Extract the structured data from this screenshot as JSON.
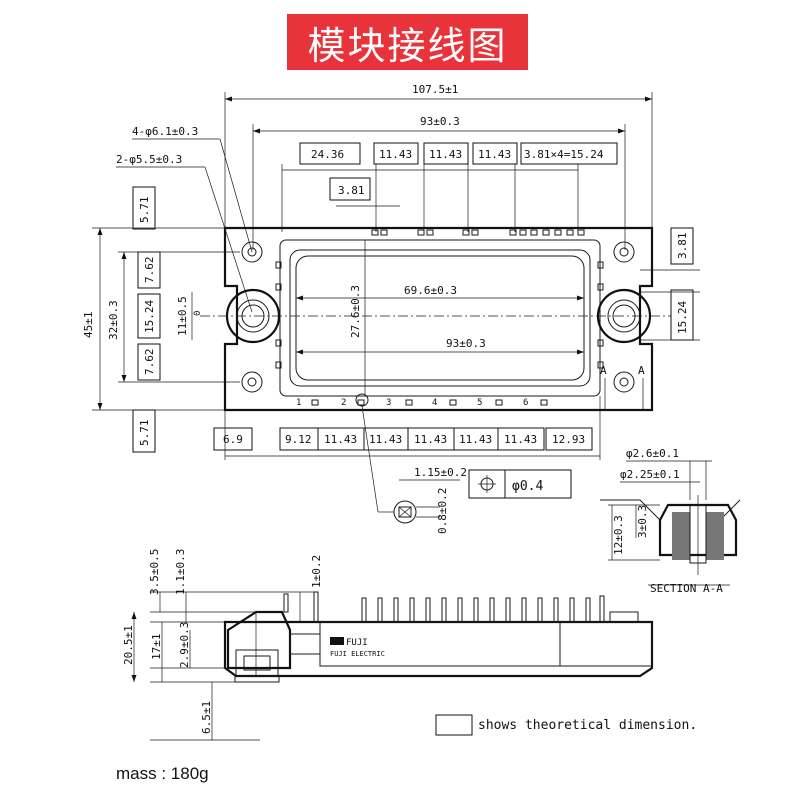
{
  "title": "模块接线图",
  "mass": "mass : 180g",
  "legend": "shows theoretical dimension.",
  "section_label": "SECTION A-A",
  "section_marker": "A",
  "top_dims": {
    "overall_width": "107.5±1",
    "mount_pitch": "93±0.3",
    "hole_4": "4-φ6.1±0.3",
    "hole_2": "2-φ5.5±0.3",
    "p_2436": "24.36",
    "p_1143": "11.43",
    "p_381x4": "3.81×4=15.24",
    "p_381": "3.81",
    "h_571": "5.71",
    "h_762": "7.62",
    "h_1524": "15.24",
    "h_32": "32±0.3",
    "h_45": "45±1",
    "h_115": "11±0.5",
    "h_115_sub": "0",
    "inner_w": "69.6±0.3",
    "inner_h": "27.6±0.3",
    "inner_93": "93±0.3",
    "b_69": "6.9",
    "b_912": "9.12",
    "b_1293": "12.93",
    "r_381": "3.81",
    "r_1524": "15.24",
    "pin_numbers": [
      "1",
      "2",
      "3",
      "4",
      "5",
      "6"
    ]
  },
  "pin_detail": {
    "w": "1.15±0.2",
    "h": "0.8±0.2",
    "position_tol": "φ0.4"
  },
  "section_dims": {
    "d1": "φ2.6±0.1",
    "d2": "φ2.25±0.1",
    "h12": "12±0.3",
    "h3": "3±0.3"
  },
  "side_dims": {
    "h35": "3.5±0.5",
    "h11": "1.1±0.3",
    "h1": "1±0.2",
    "h205": "20.5±1",
    "h17": "17±1",
    "h29": "2.9±0.3",
    "h65": "6.5±1"
  },
  "brand": "FUJI",
  "brand_sub": "FUJI ELECTRIC"
}
